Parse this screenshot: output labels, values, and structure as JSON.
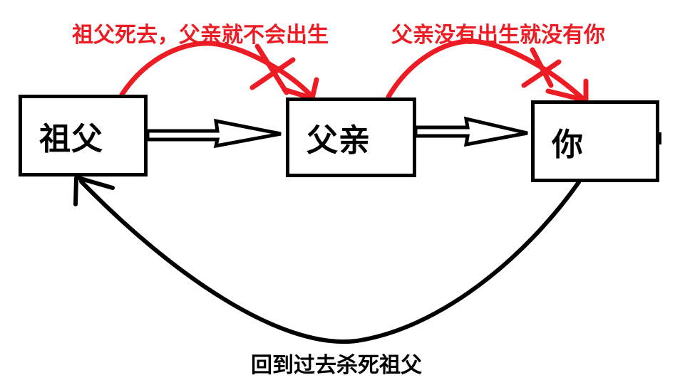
{
  "diagram": {
    "topic": "grandfather-paradox",
    "nodes": [
      {
        "id": "grandfather",
        "label": "祖父"
      },
      {
        "id": "father",
        "label": "父亲"
      },
      {
        "id": "you",
        "label": "你"
      }
    ],
    "edges": [
      {
        "from": "祖父",
        "to": "父亲",
        "style": "block-arrow",
        "color": "#000000",
        "crossed_out": false,
        "label": ""
      },
      {
        "from": "父亲",
        "to": "你",
        "style": "block-arrow",
        "color": "#000000",
        "crossed_out": false,
        "label": ""
      },
      {
        "from": "祖父",
        "to": "父亲",
        "style": "curved-arrow-crossed",
        "color": "#ed1c24",
        "crossed_out": true,
        "label": "祖父死去，父亲就不会出生"
      },
      {
        "from": "父亲",
        "to": "你",
        "style": "curved-arrow-crossed",
        "color": "#ed1c24",
        "crossed_out": true,
        "label": "父亲没有出生就没有你"
      },
      {
        "from": "你",
        "to": "祖父",
        "style": "curved-arrow",
        "color": "#000000",
        "crossed_out": false,
        "label": "回到过去杀死祖父"
      }
    ]
  },
  "colors": {
    "annotation_red": "#ed1c24",
    "ink_black": "#000000",
    "background": "#ffffff"
  }
}
